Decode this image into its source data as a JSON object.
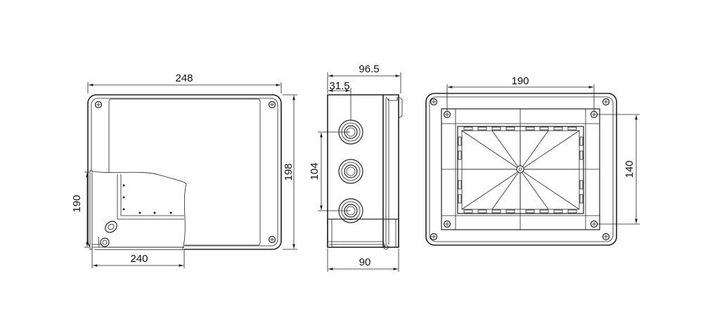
{
  "drawing": {
    "front_view": {
      "width_label": "248",
      "height_label": "198",
      "inner_height_label": "190",
      "inner_width_label": "240"
    },
    "side_view": {
      "depth_label": "96.5",
      "offset_label": "31.5",
      "hole_pitch_label": "104",
      "base_depth_label": "90"
    },
    "back_view": {
      "mount_width_label": "190",
      "mount_height_label": "140"
    }
  }
}
